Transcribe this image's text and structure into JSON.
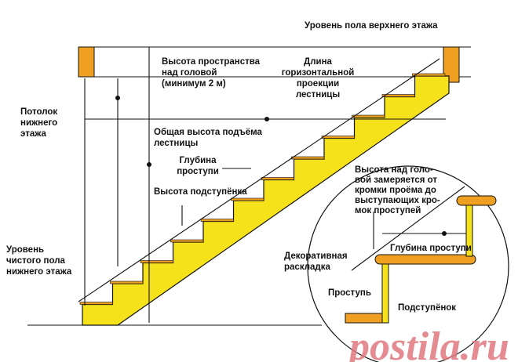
{
  "colors": {
    "stringer": "#f5e21a",
    "wood": "#f0a020",
    "line": "#111111",
    "watermark": "#e0787f"
  },
  "labels": {
    "upper_floor": [
      "Уровень пола верхнего этажа"
    ],
    "headroom": [
      "Высота пространства",
      "над головой",
      "(минимум 2 м)"
    ],
    "horizontal_length": [
      "Длина",
      "горизонтальной",
      "проекции",
      "лестницы"
    ],
    "ceiling": [
      "Потолок",
      "нижнего",
      "этажа"
    ],
    "total_rise": [
      "Общая высота подъёма",
      "лестницы"
    ],
    "tread_depth": [
      "Глубина",
      "проступи"
    ],
    "riser_height": [
      "Высота подступёнка"
    ],
    "lower_floor": [
      "Уровень",
      "чистого пола",
      "нижнего этажа"
    ],
    "detail_headroom": [
      "Высота над голо-",
      "вой замеряется от",
      "кромки проёма до",
      "выступающих кро-",
      "мок проступей"
    ],
    "detail_tread_depth": [
      "Глубина проступи"
    ],
    "nosing": [
      "Декоративная",
      "раскладка"
    ],
    "tread": [
      "Проступь"
    ],
    "riser": [
      "Подступёнок"
    ]
  },
  "watermark": "postila.ru",
  "step_count": 12
}
